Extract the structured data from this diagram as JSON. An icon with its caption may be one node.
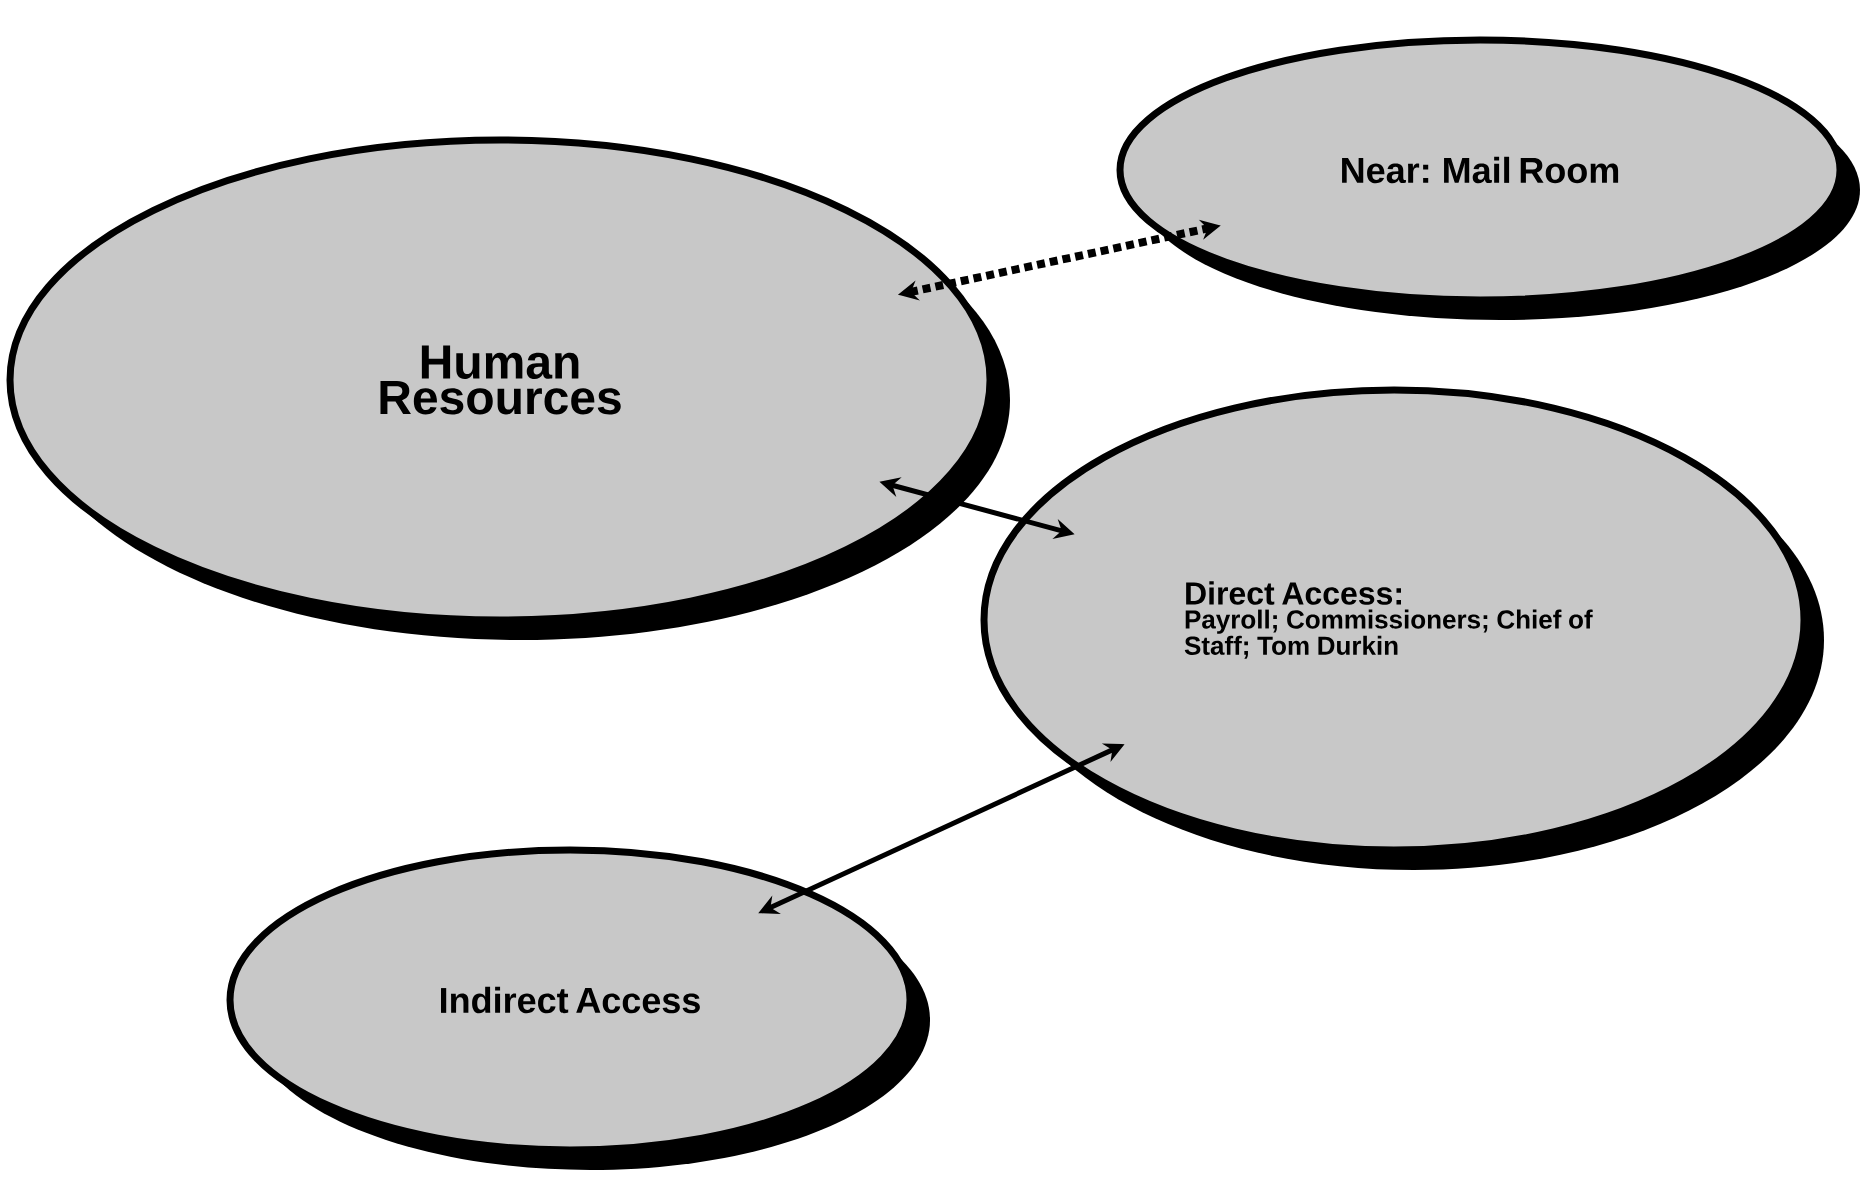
{
  "diagram": {
    "nodes": [
      {
        "text": [
          "Human Resources"
        ]
      },
      {
        "text": [
          "Near: Mail Room"
        ]
      },
      {
        "text": [
          "Direct Access:",
          "Payroll; Commissioners; Chief of Staff; Tom Durkin"
        ]
      },
      {
        "text": [
          "Indirect Access"
        ]
      }
    ],
    "edges": [
      {
        "from": 0,
        "to": 1,
        "arrow": "both",
        "style": "dashed"
      },
      {
        "from": 0,
        "to": 2,
        "arrow": "both"
      },
      {
        "from": 2,
        "to": 3,
        "arrow": "both"
      }
    ]
  }
}
